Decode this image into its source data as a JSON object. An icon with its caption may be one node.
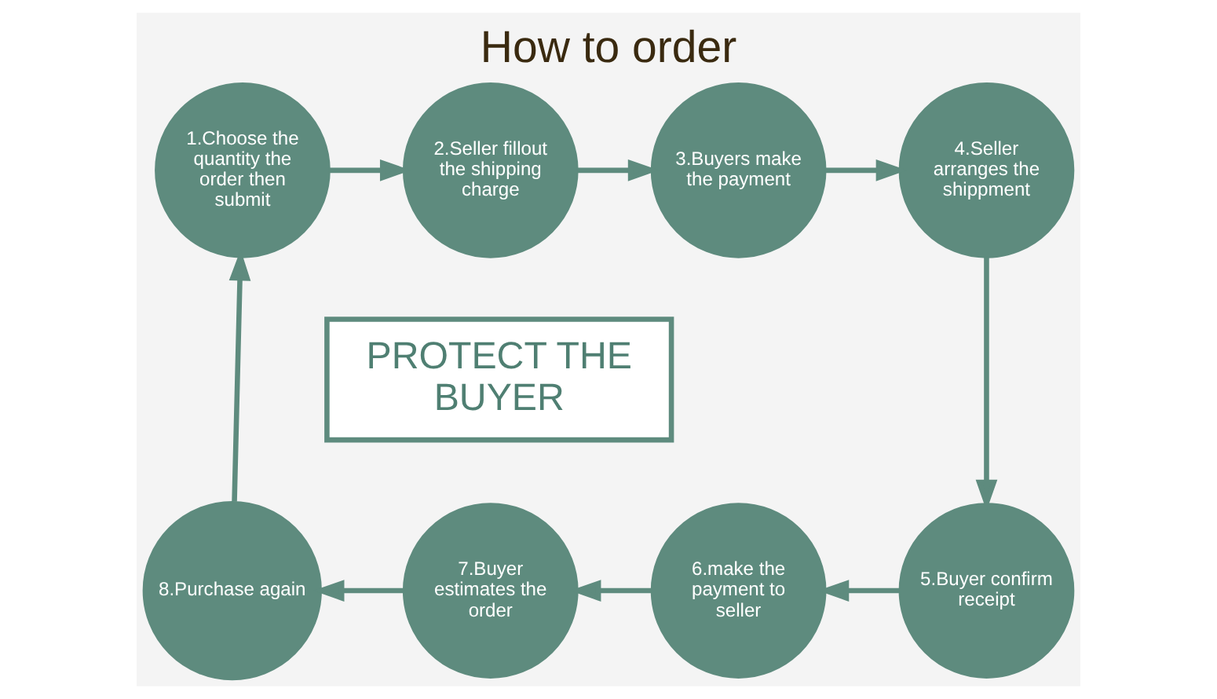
{
  "diagram": {
    "title": "How to order",
    "nodes": [
      {
        "text": [
          "1.Choose the quantity the order then submit"
        ]
      },
      {
        "text": [
          "2.Seller fillout the shipping charge"
        ]
      },
      {
        "text": [
          "3.Buyers make the payment"
        ]
      },
      {
        "text": [
          "4.Seller arranges the shippment"
        ]
      },
      {
        "text": [
          "5.Buyer confirm receipt"
        ]
      },
      {
        "text": [
          "6.make the payment to seller"
        ]
      },
      {
        "text": [
          "7.Buyer estimates the order"
        ]
      },
      {
        "text": [
          "8.Purchase again"
        ]
      },
      {
        "text": [
          "PROTECT THE BUYER"
        ]
      }
    ],
    "edges": [
      {
        "from": 0,
        "to": 1,
        "arrow": "to"
      },
      {
        "from": 1,
        "to": 2,
        "arrow": "to"
      },
      {
        "from": 2,
        "to": 3,
        "arrow": "to"
      },
      {
        "from": 3,
        "to": 4,
        "arrow": "to"
      },
      {
        "from": 4,
        "to": 5,
        "arrow": "to"
      },
      {
        "from": 5,
        "to": 6,
        "arrow": "to"
      },
      {
        "from": 6,
        "to": 7,
        "arrow": "to"
      },
      {
        "from": 7,
        "to": 0,
        "arrow": "to"
      }
    ]
  }
}
